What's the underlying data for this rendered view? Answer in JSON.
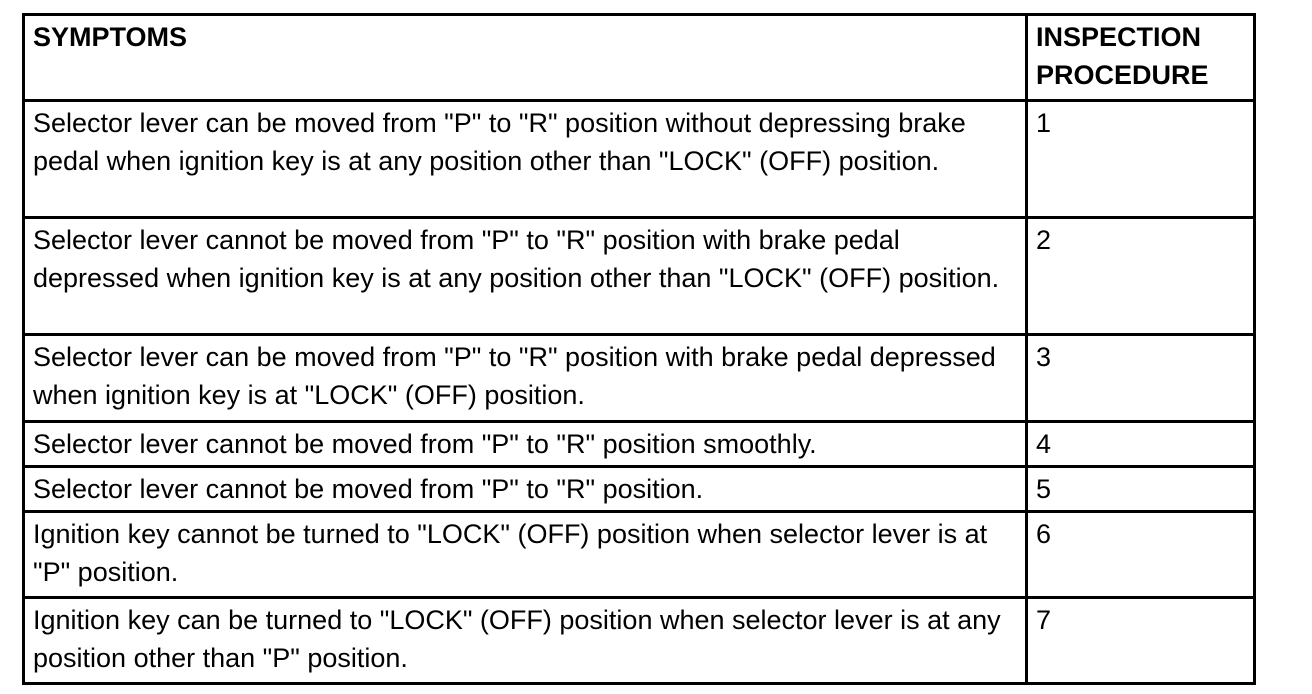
{
  "table": {
    "headers": {
      "symptoms": "SYMPTOMS",
      "procedure": "INSPECTION PROCEDURE"
    },
    "rows": [
      {
        "symptom": "Selector lever can be moved from \"P\" to \"R\" position without depressing brake pedal when ignition key is at any position other than \"LOCK\" (OFF) position.",
        "procedure": "1"
      },
      {
        "symptom": "Selector lever cannot be moved from \"P\" to \"R\" position with brake pedal depressed when ignition key is at any position other than \"LOCK\" (OFF) position.",
        "procedure": "2"
      },
      {
        "symptom": "Selector lever can be moved from \"P\" to \"R\" position with brake pedal depressed when ignition key is at \"LOCK\" (OFF) position.",
        "procedure": "3"
      },
      {
        "symptom": "Selector lever cannot be moved from \"P\" to \"R\" position smoothly.",
        "procedure": "4"
      },
      {
        "symptom": "Selector lever cannot be moved from \"P\" to \"R\" position.",
        "procedure": "5"
      },
      {
        "symptom": "Ignition key cannot be turned to \"LOCK\" (OFF) position when selector lever is at \"P\" position.",
        "procedure": "6"
      },
      {
        "symptom": "Ignition key can be turned to \"LOCK\" (OFF) position when selector lever is at any position other than \"P\" position.",
        "procedure": "7"
      }
    ]
  }
}
